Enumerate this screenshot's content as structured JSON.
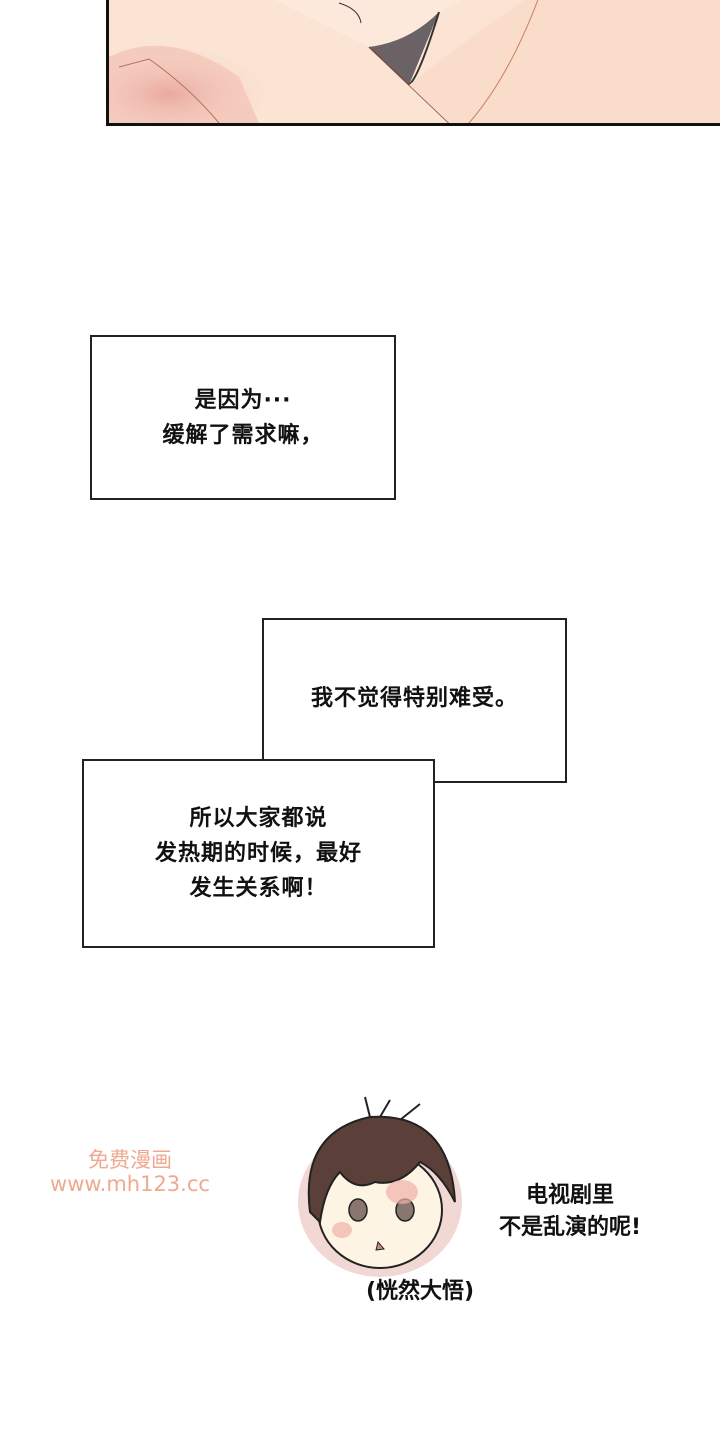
{
  "captions": {
    "box1": [
      "是因为···",
      "缓解了需求嘛，"
    ],
    "box2": [
      "我不觉得特别难受。"
    ],
    "box3": [
      "所以大家都说",
      "发热期的时候，最好",
      "发生关系啊！"
    ]
  },
  "reaction": {
    "speech": [
      "电视剧里",
      "不是乱演的呢!"
    ],
    "sfx": "(恍然大悟)"
  },
  "watermark": [
    "免费漫画",
    "www.mh123.cc"
  ]
}
